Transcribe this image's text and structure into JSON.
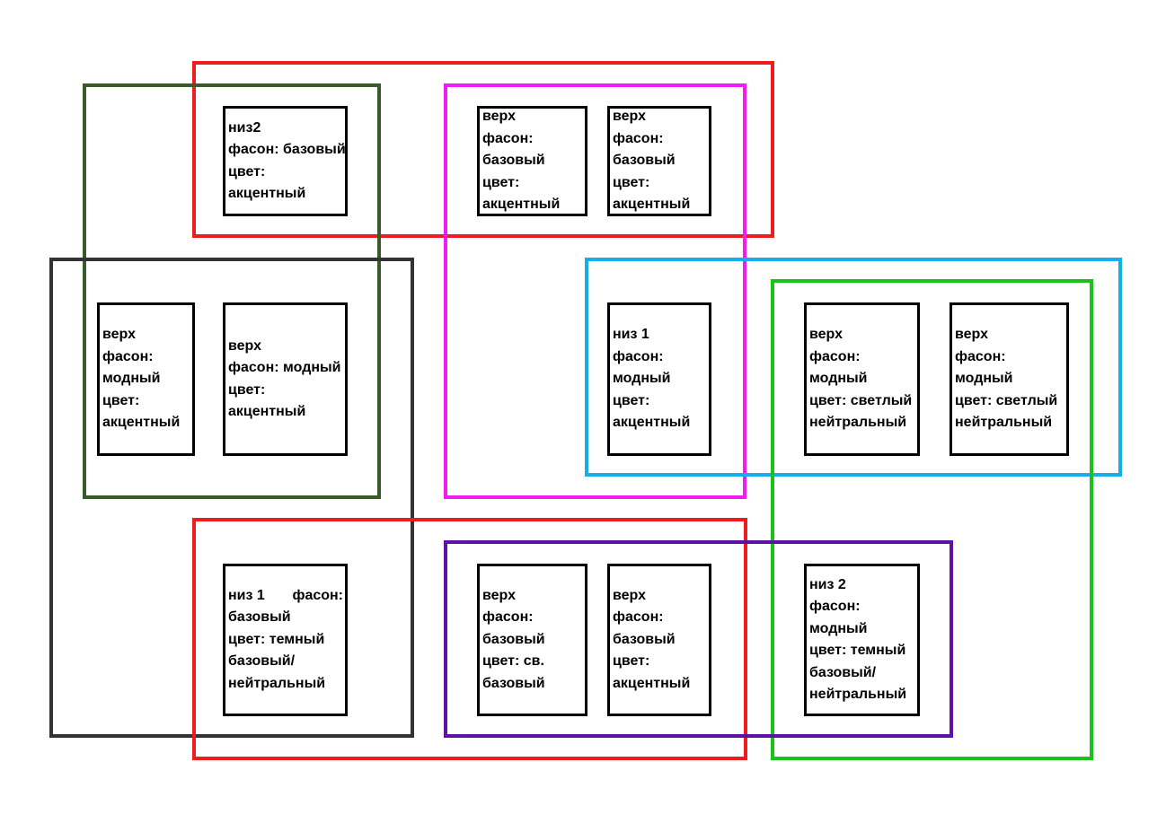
{
  "groups": {
    "red_top": {
      "color": "#ee1c1c"
    },
    "dark_green": {
      "color": "#385b2a"
    },
    "magenta": {
      "color": "#f21bf2"
    },
    "charcoal": {
      "color": "#333333"
    },
    "light_blue": {
      "color": "#16aeea"
    },
    "green": {
      "color": "#17c417"
    },
    "red_bottom": {
      "color": "#ee1c1c"
    },
    "purple": {
      "color": "#5e12a5"
    }
  },
  "cards": {
    "niz2_base_accent": [
      "низ2",
      "фасон: базовый",
      "цвет:",
      "акцентный"
    ],
    "top_base_accent_1": [
      "верх",
      "фасон:",
      "базовый",
      "цвет:",
      "акцентный"
    ],
    "top_base_accent_2": [
      "верх",
      "фасон:",
      "базовый",
      "цвет:",
      "акцентный"
    ],
    "top_fashion_accent_1": [
      "верх",
      "фасон:",
      "модный",
      "цвет:",
      "акцентный"
    ],
    "top_fashion_accent_2": [
      "верх",
      "фасон: модный",
      "цвет:",
      "акцентный"
    ],
    "niz1_fashion_accent": [
      "низ 1",
      "фасон:",
      "модный",
      "цвет:",
      "акцентный"
    ],
    "top_fashion_light_1": [
      "верх",
      "фасон:",
      "модный",
      "цвет: светлый",
      "нейтральный"
    ],
    "top_fashion_light_2": [
      "верх",
      "фасон:",
      "модный",
      "цвет: светлый",
      "нейтральный"
    ],
    "niz1_base_dark": {
      "head_left": "низ 1",
      "head_right": "фасон:",
      "lines": [
        "базовый",
        "цвет: темный",
        "базовый/",
        "нейтральный"
      ]
    },
    "top_base_lightbase": [
      "верх",
      "фасон:",
      "базовый",
      "цвет: св.",
      "базовый"
    ],
    "top_base_accent_3": [
      "верх",
      "фасон:",
      "базовый",
      "цвет:",
      "акцентный"
    ],
    "niz2_fashion_dark": [
      "низ 2",
      "фасон:",
      "модный",
      "цвет: темный",
      "базовый/",
      "нейтральный"
    ]
  }
}
